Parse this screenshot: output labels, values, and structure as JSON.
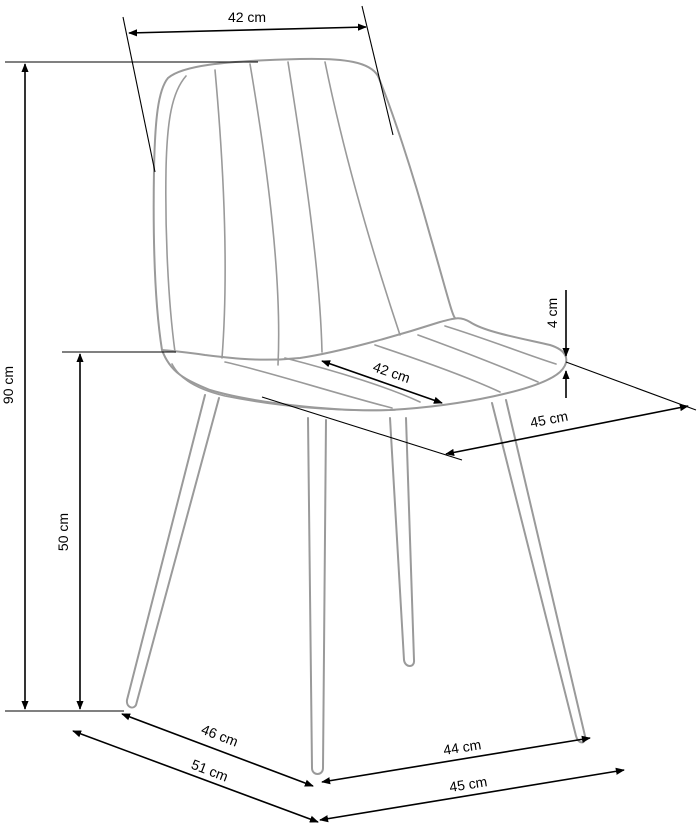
{
  "dimensions": {
    "back_width": "42 cm",
    "total_height": "90 cm",
    "seat_height": "50 cm",
    "seat_thickness": "4 cm",
    "seat_depth": "42 cm",
    "seat_width": "45 cm",
    "leg_front_depth": "46 cm",
    "base_depth": "51 cm",
    "leg_front_width": "44 cm",
    "base_width": "45 cm"
  }
}
